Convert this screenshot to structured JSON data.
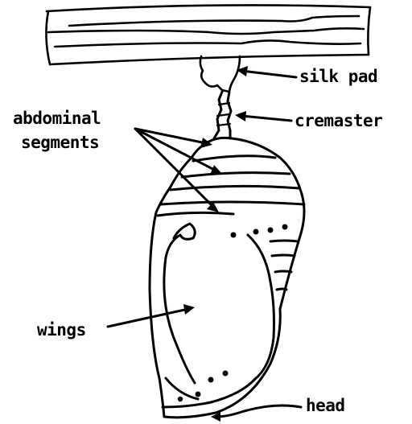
{
  "labels": {
    "silk_pad": "silk pad",
    "cremaster": "cremaster",
    "abdominal_line1": "abdominal",
    "abdominal_line2": "segments",
    "wings": "wings",
    "head": "head"
  },
  "colors": {
    "ink": "#000000",
    "background": "#ffffff"
  }
}
